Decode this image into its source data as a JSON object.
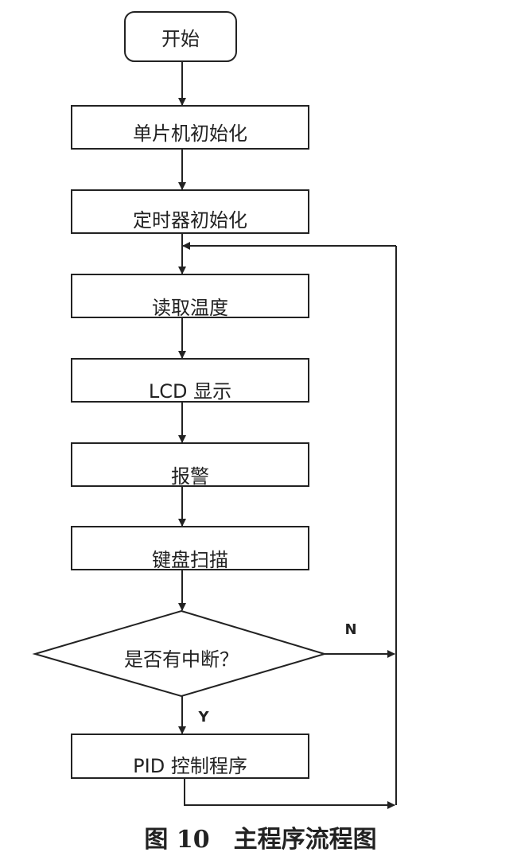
{
  "nodes": {
    "start": "开始",
    "mcu_init": "单片机初始化",
    "timer_init": "定时器初始化",
    "read_temp": "读取温度",
    "lcd_display": "LCD 显示",
    "alarm": "报警",
    "keyboard_scan": "键盘扫描",
    "interrupt_check": "是否有中断？",
    "pid_program": "PID 控制程序"
  },
  "edge_labels": {
    "no": "N",
    "yes": "Y"
  },
  "caption": "图 10　主程序流程图"
}
